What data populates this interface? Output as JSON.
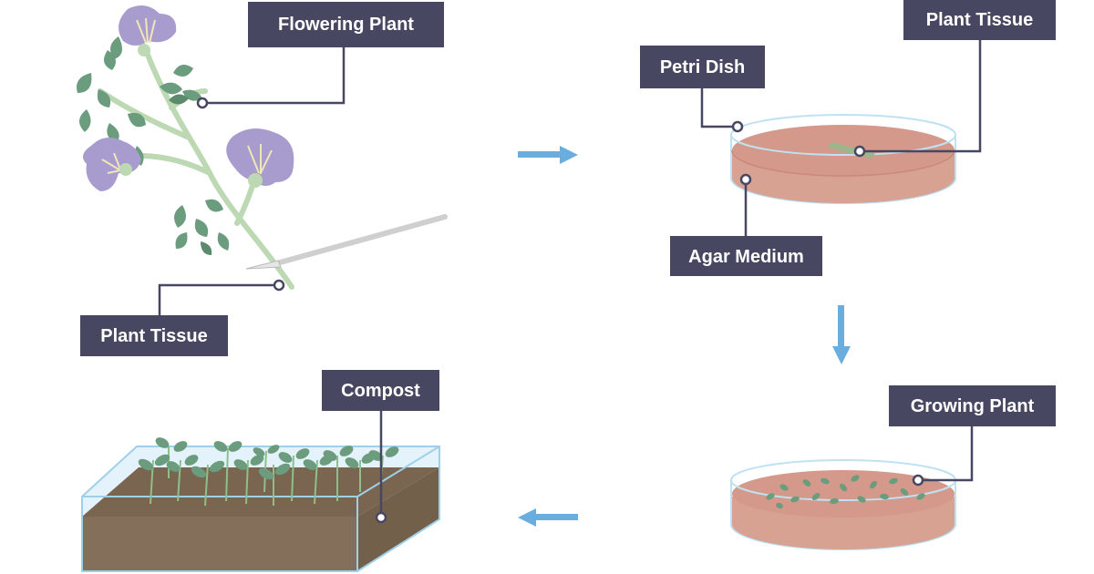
{
  "labels": {
    "flowering_plant": "Flowering Plant",
    "plant_tissue_cut": "Plant Tissue",
    "petri_dish": "Petri Dish",
    "plant_tissue_dish": "Plant Tissue",
    "agar_medium": "Agar Medium",
    "growing_plant": "Growing Plant",
    "compost": "Compost"
  },
  "colors": {
    "label_background": "#474762",
    "arrow": "#6aaee0",
    "agar": "#d8a293",
    "dish_glass": "#dff1fa",
    "compost": "#84705a",
    "leaf": "#6a9c7d",
    "petal": "#a89ccf"
  }
}
